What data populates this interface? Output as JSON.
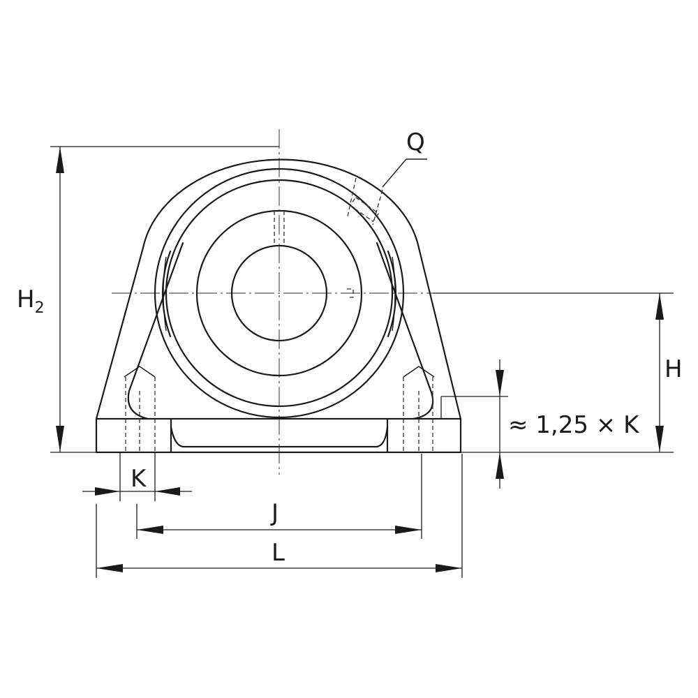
{
  "labels": {
    "h2_main": "H",
    "h2_sub": "2",
    "h": "H",
    "q": "Q",
    "k": "K",
    "j": "J",
    "l": "L",
    "base_thickness": "≈ 1,25 × K"
  }
}
